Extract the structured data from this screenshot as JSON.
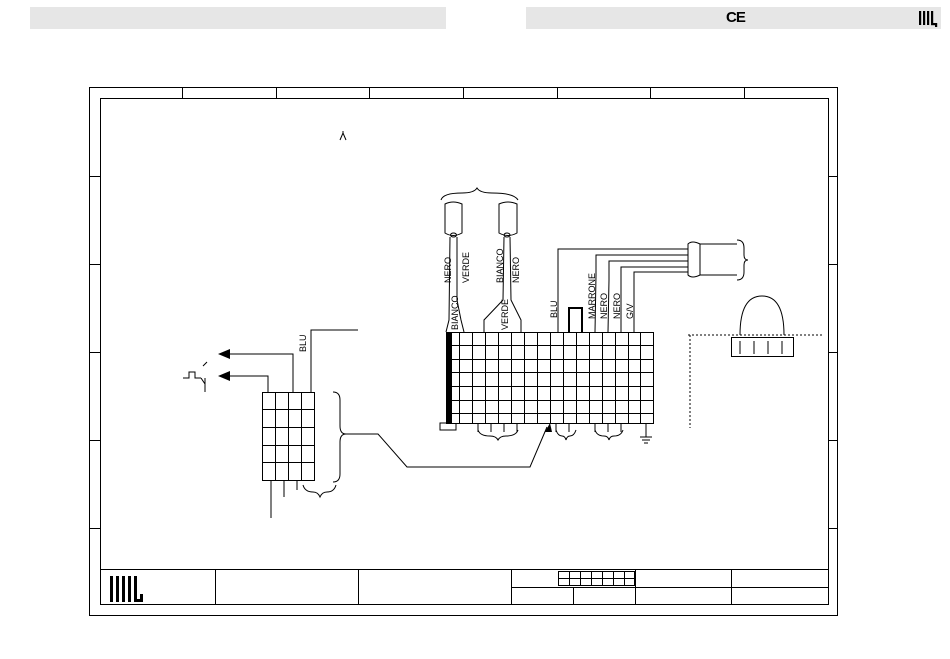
{
  "header": {
    "ce_mark": "CE",
    "logo_icon": "brand-logo-bars"
  },
  "wire_labels": {
    "bianco_left": "BIANCO",
    "nero_1": "NERO",
    "verde_1": "VERDE",
    "verde_2": "VERDE",
    "bianco_right": "BIANCO",
    "nero_2": "NERO",
    "blu_main": "BLU",
    "marrone": "MARRONE",
    "nero_3": "NERO",
    "nero_4": "NERO",
    "gv": "G/V",
    "blu_left": "BLU"
  },
  "title_block": {
    "logo_icon": "brand-logo-bars"
  }
}
